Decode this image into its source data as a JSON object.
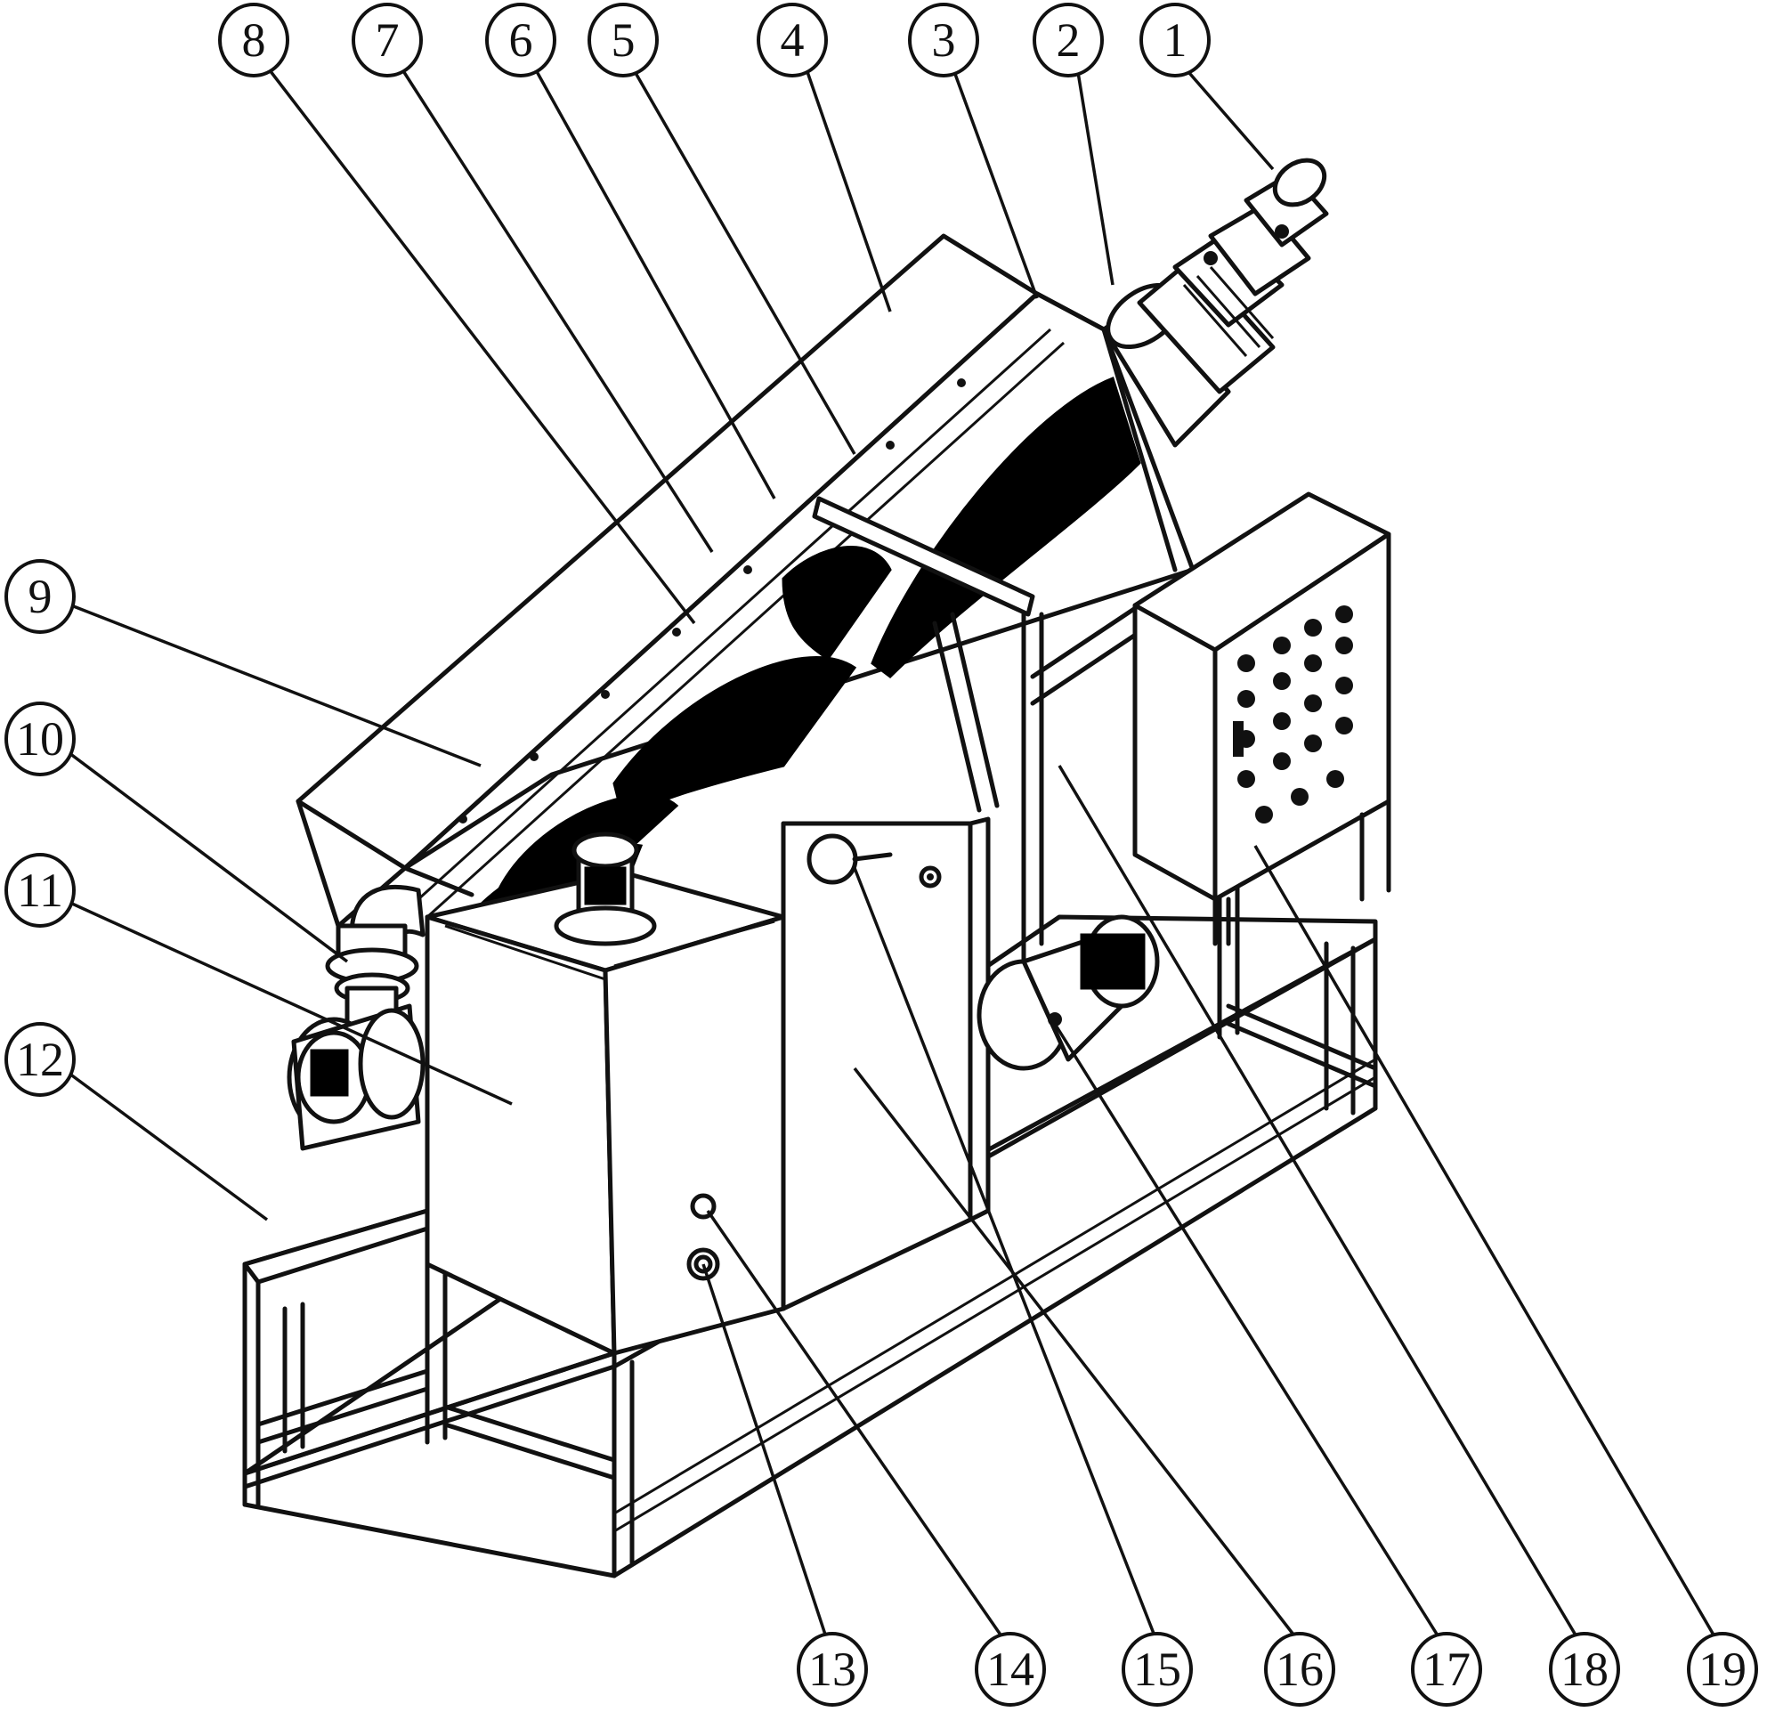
{
  "callouts": [
    {
      "label": "1"
    },
    {
      "label": "2"
    },
    {
      "label": "3"
    },
    {
      "label": "4"
    },
    {
      "label": "5"
    },
    {
      "label": "6"
    },
    {
      "label": "7"
    },
    {
      "label": "8"
    },
    {
      "label": "9"
    },
    {
      "label": "10"
    },
    {
      "label": "11"
    },
    {
      "label": "12"
    },
    {
      "label": "13"
    },
    {
      "label": "14"
    },
    {
      "label": "15"
    },
    {
      "label": "16"
    },
    {
      "label": "17"
    },
    {
      "label": "18"
    },
    {
      "label": "19"
    }
  ]
}
